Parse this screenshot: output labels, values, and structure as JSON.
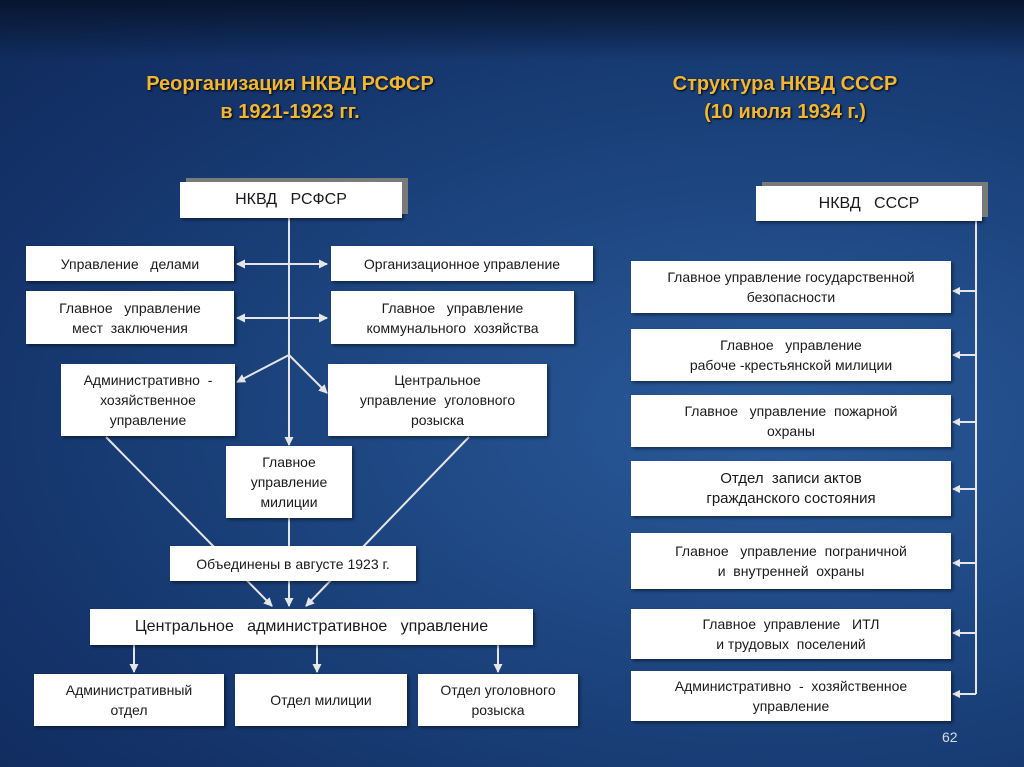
{
  "left": {
    "title_line1": "Реорганизация НКВД РСФСР",
    "title_line2": "в 1921-1923 гг.",
    "root": "НКВД   РСФСР",
    "upravlenie_delami": "Управление   делами",
    "org_upravlenie": "Организационное управление",
    "gu_mest_l1": "Главное   управление",
    "gu_mest_l2": "мест  заключения",
    "gu_komm_l1": "Главное   управление",
    "gu_komm_l2": "коммунального  хозяйства",
    "adm_hoz_l1": "Административно  -",
    "adm_hoz_l2": "хозяйственное",
    "adm_hoz_l3": "управление",
    "tsur_l1": "Центральное",
    "tsur_l2": "управление  уголовного",
    "tsur_l3": "розыска",
    "gum_l1": "Главное",
    "gum_l2": "управление",
    "gum_l3": "милиции",
    "merged": "Объединены в августе 1923 г.",
    "central": "Центральное   административное   управление",
    "adm_otdel_l1": "Административный",
    "adm_otdel_l2": "отдел",
    "otdel_milicii": "Отдел милиции",
    "otdel_ugol_l1": "Отдел уголовного",
    "otdel_ugol_l2": "розыска"
  },
  "right": {
    "title_line1": "Структура НКВД СССР",
    "title_line2": "(10 июля 1934 г.)",
    "root": "НКВД   СССР",
    "items": [
      {
        "l1": "Главное управление государственной",
        "l2": "безопасности"
      },
      {
        "l1": "Главное   управление",
        "l2": "рабоче -крестьянской милиции"
      },
      {
        "l1": "Главное   управление  пожарной",
        "l2": "охраны"
      },
      {
        "l1": "Отдел  записи актов",
        "l2": "гражданского состояния"
      },
      {
        "l1": "Главное   управление  пограничной",
        "l2": "и  внутренней  охраны"
      },
      {
        "l1": "Главное  управление   ИТЛ",
        "l2": "и трудовых  поселений"
      },
      {
        "l1": "Административно  -  хозяйственное",
        "l2": "управление"
      }
    ]
  },
  "page_number": "62"
}
